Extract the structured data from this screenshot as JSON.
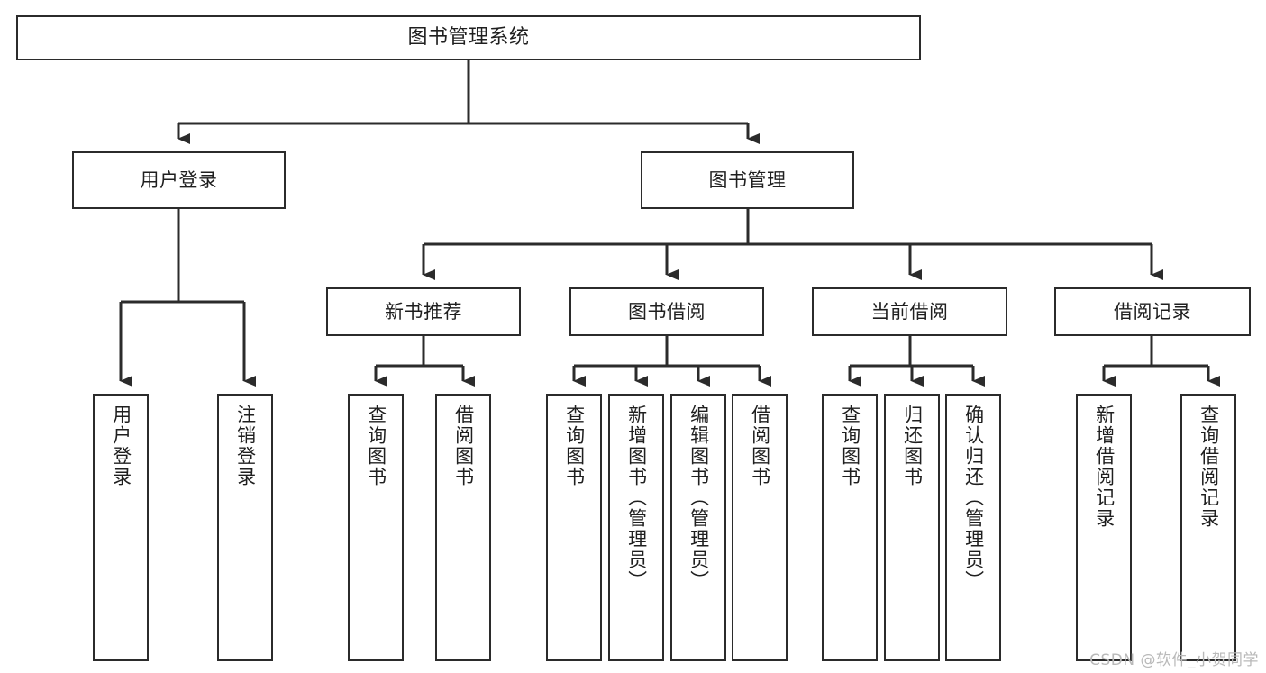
{
  "diagram": {
    "title": "图书管理系统",
    "watermark": "CSDN @软件_小贺同学",
    "line_color": "#2b2b2b",
    "box_border_color": "#2b2b2b",
    "box_fill_color": "#ffffff",
    "text_color": "#1f1f1f",
    "background_color": "#ffffff",
    "nodes": {
      "root": {
        "label": "图书管理系统"
      },
      "level2": [
        {
          "label": "用户登录"
        },
        {
          "label": "图书管理"
        }
      ],
      "level3": [
        {
          "label": "新书推荐"
        },
        {
          "label": "图书借阅"
        },
        {
          "label": "当前借阅"
        },
        {
          "label": "借阅记录"
        }
      ],
      "leaves": {
        "user_login": [
          {
            "label": "用户登录"
          },
          {
            "label": "注销登录"
          }
        ],
        "new_book_recommend": [
          {
            "label": "查询图书"
          },
          {
            "label": "借阅图书"
          }
        ],
        "book_borrow": [
          {
            "label": "查询图书"
          },
          {
            "label": "新增图书（管理员）"
          },
          {
            "label": "编辑图书（管理员）"
          },
          {
            "label": "借阅图书"
          }
        ],
        "current_borrow": [
          {
            "label": "查询图书"
          },
          {
            "label": "归还图书"
          },
          {
            "label": "确认归还（管理员）"
          }
        ],
        "borrow_records": [
          {
            "label": "新增借阅记录"
          },
          {
            "label": "查询借阅记录"
          }
        ]
      }
    }
  }
}
